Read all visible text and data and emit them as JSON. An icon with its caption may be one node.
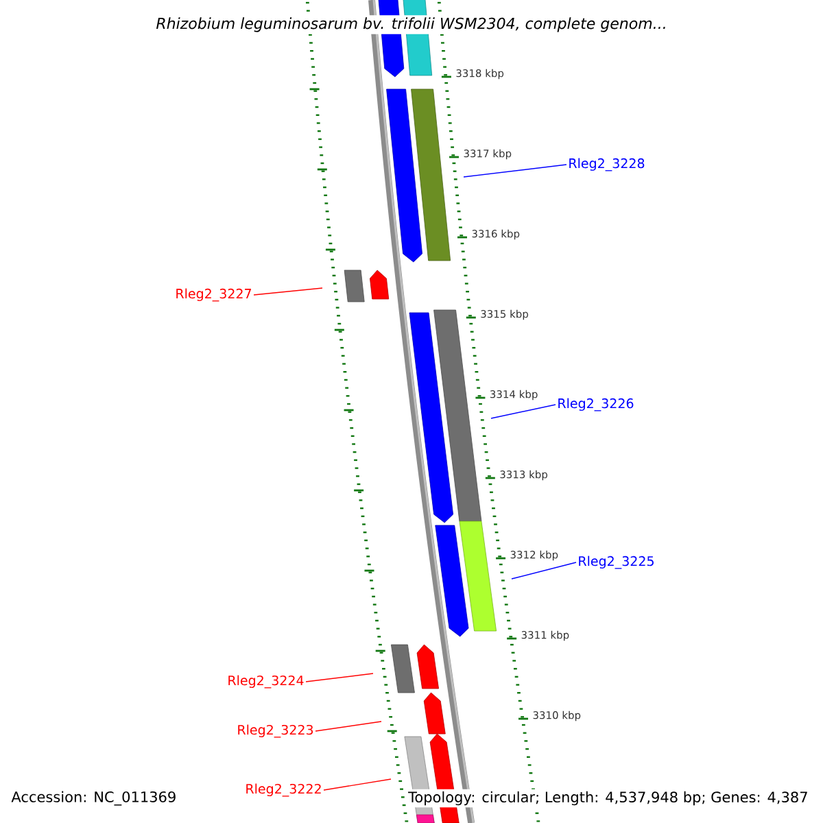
{
  "diagram": {
    "title": "Rhizobium leguminosarum bv. trifolii WSM2304, complete genom...",
    "nodes": [
      {
        "text": [
          "Rleg2_3228"
        ]
      },
      {
        "text": [
          "Rleg2_3227"
        ]
      },
      {
        "text": [
          "Rleg2_3226"
        ]
      },
      {
        "text": [
          "Rleg2_3225"
        ]
      },
      {
        "text": [
          "Rleg2_3224"
        ]
      },
      {
        "text": [
          "Rleg2_3223"
        ]
      },
      {
        "text": [
          "Rleg2_3222"
        ]
      }
    ],
    "edges": [
      {
        "from": 0,
        "to": null,
        "arrow": "none",
        "color": "#0000ff"
      },
      {
        "from": 1,
        "to": null,
        "arrow": "none"
      },
      {
        "from": 2,
        "to": null,
        "arrow": "none",
        "color": "#0000ff"
      },
      {
        "from": 3,
        "to": null,
        "arrow": "none",
        "color": "#0000ff"
      },
      {
        "from": 4,
        "to": null,
        "arrow": "none"
      },
      {
        "from": 5,
        "to": null,
        "arrow": "none"
      },
      {
        "from": 6,
        "to": null,
        "arrow": "none"
      }
    ],
    "labels": [
      "3318 kbp",
      "3317 kbp",
      "3316 kbp",
      "3315 kbp",
      "3314 kbp",
      "3313 kbp",
      "3312 kbp",
      "3311 kbp",
      "3310 kbp",
      "Accession: NC_011369",
      "Topology: circular; Length: 4,537,948 bp; Genes: 4,387"
    ]
  }
}
